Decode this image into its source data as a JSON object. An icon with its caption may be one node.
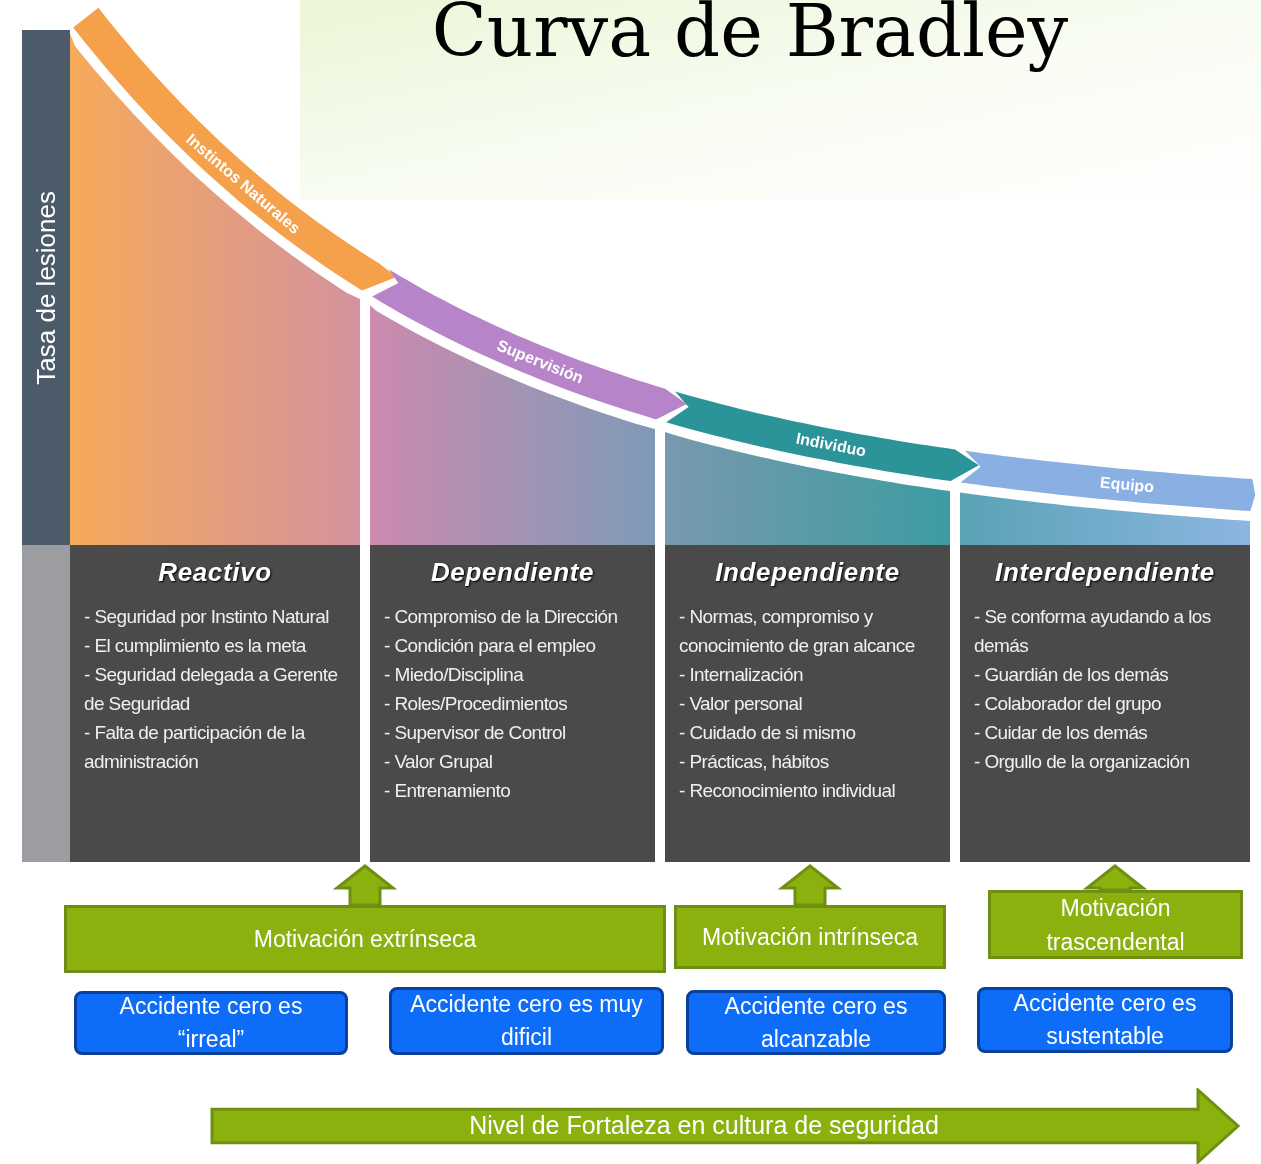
{
  "diagram": {
    "title": "Curva de Bradley",
    "nodes": [
      {
        "text": [
          "Tasa de lesiones"
        ]
      },
      {
        "text": [
          "Reactivo",
          "- Seguridad por Instinto Natural",
          "- El cumplimiento es la meta",
          "- Seguridad delegada a Gerente de Seguridad",
          "- Falta de participación de la administración"
        ]
      },
      {
        "text": [
          "Dependiente",
          "- Compromiso de la Dirección",
          "- Condición para el empleo",
          "- Miedo/Disciplina",
          "- Roles/Procedimientos",
          "- Supervisor de Control",
          "- Valor Grupal",
          "- Entrenamiento"
        ]
      },
      {
        "text": [
          "Independiente",
          "- Normas, compromiso y conocimiento de gran alcance",
          "- Internalización",
          "- Valor personal",
          "- Cuidado de si mismo",
          "- Prácticas, hábitos",
          "- Reconocimiento individual"
        ]
      },
      {
        "text": [
          "Interdependiente",
          "- Se conforma ayudando a los demás",
          "- Guardián de los demás",
          "- Colaborador del grupo",
          "- Cuidar de los demás",
          "- Orgullo de la organización"
        ]
      },
      {
        "text": [
          "Motivación extrínseca"
        ]
      },
      {
        "text": [
          "Motivación intrínseca"
        ]
      },
      {
        "text": [
          "Motivación trascendental"
        ]
      },
      {
        "text": [
          "Accidente cero es “irreal”"
        ]
      },
      {
        "text": [
          "Accidente cero es muy dificil"
        ]
      },
      {
        "text": [
          "Accidente cero es alcanzable"
        ]
      },
      {
        "text": [
          "Accidente cero es sustentable"
        ]
      },
      {
        "text": [
          "Nivel de Fortaleza en cultura de seguridad"
        ]
      }
    ],
    "edges": [
      {
        "from": 5,
        "to": null,
        "arrow": "to"
      },
      {
        "from": 6,
        "to": 3,
        "arrow": "to"
      },
      {
        "from": 7,
        "to": 4,
        "arrow": "to"
      }
    ],
    "labels": [
      "Instintos Naturales",
      "Supervisión",
      "Individuo",
      "Equipo"
    ]
  }
}
